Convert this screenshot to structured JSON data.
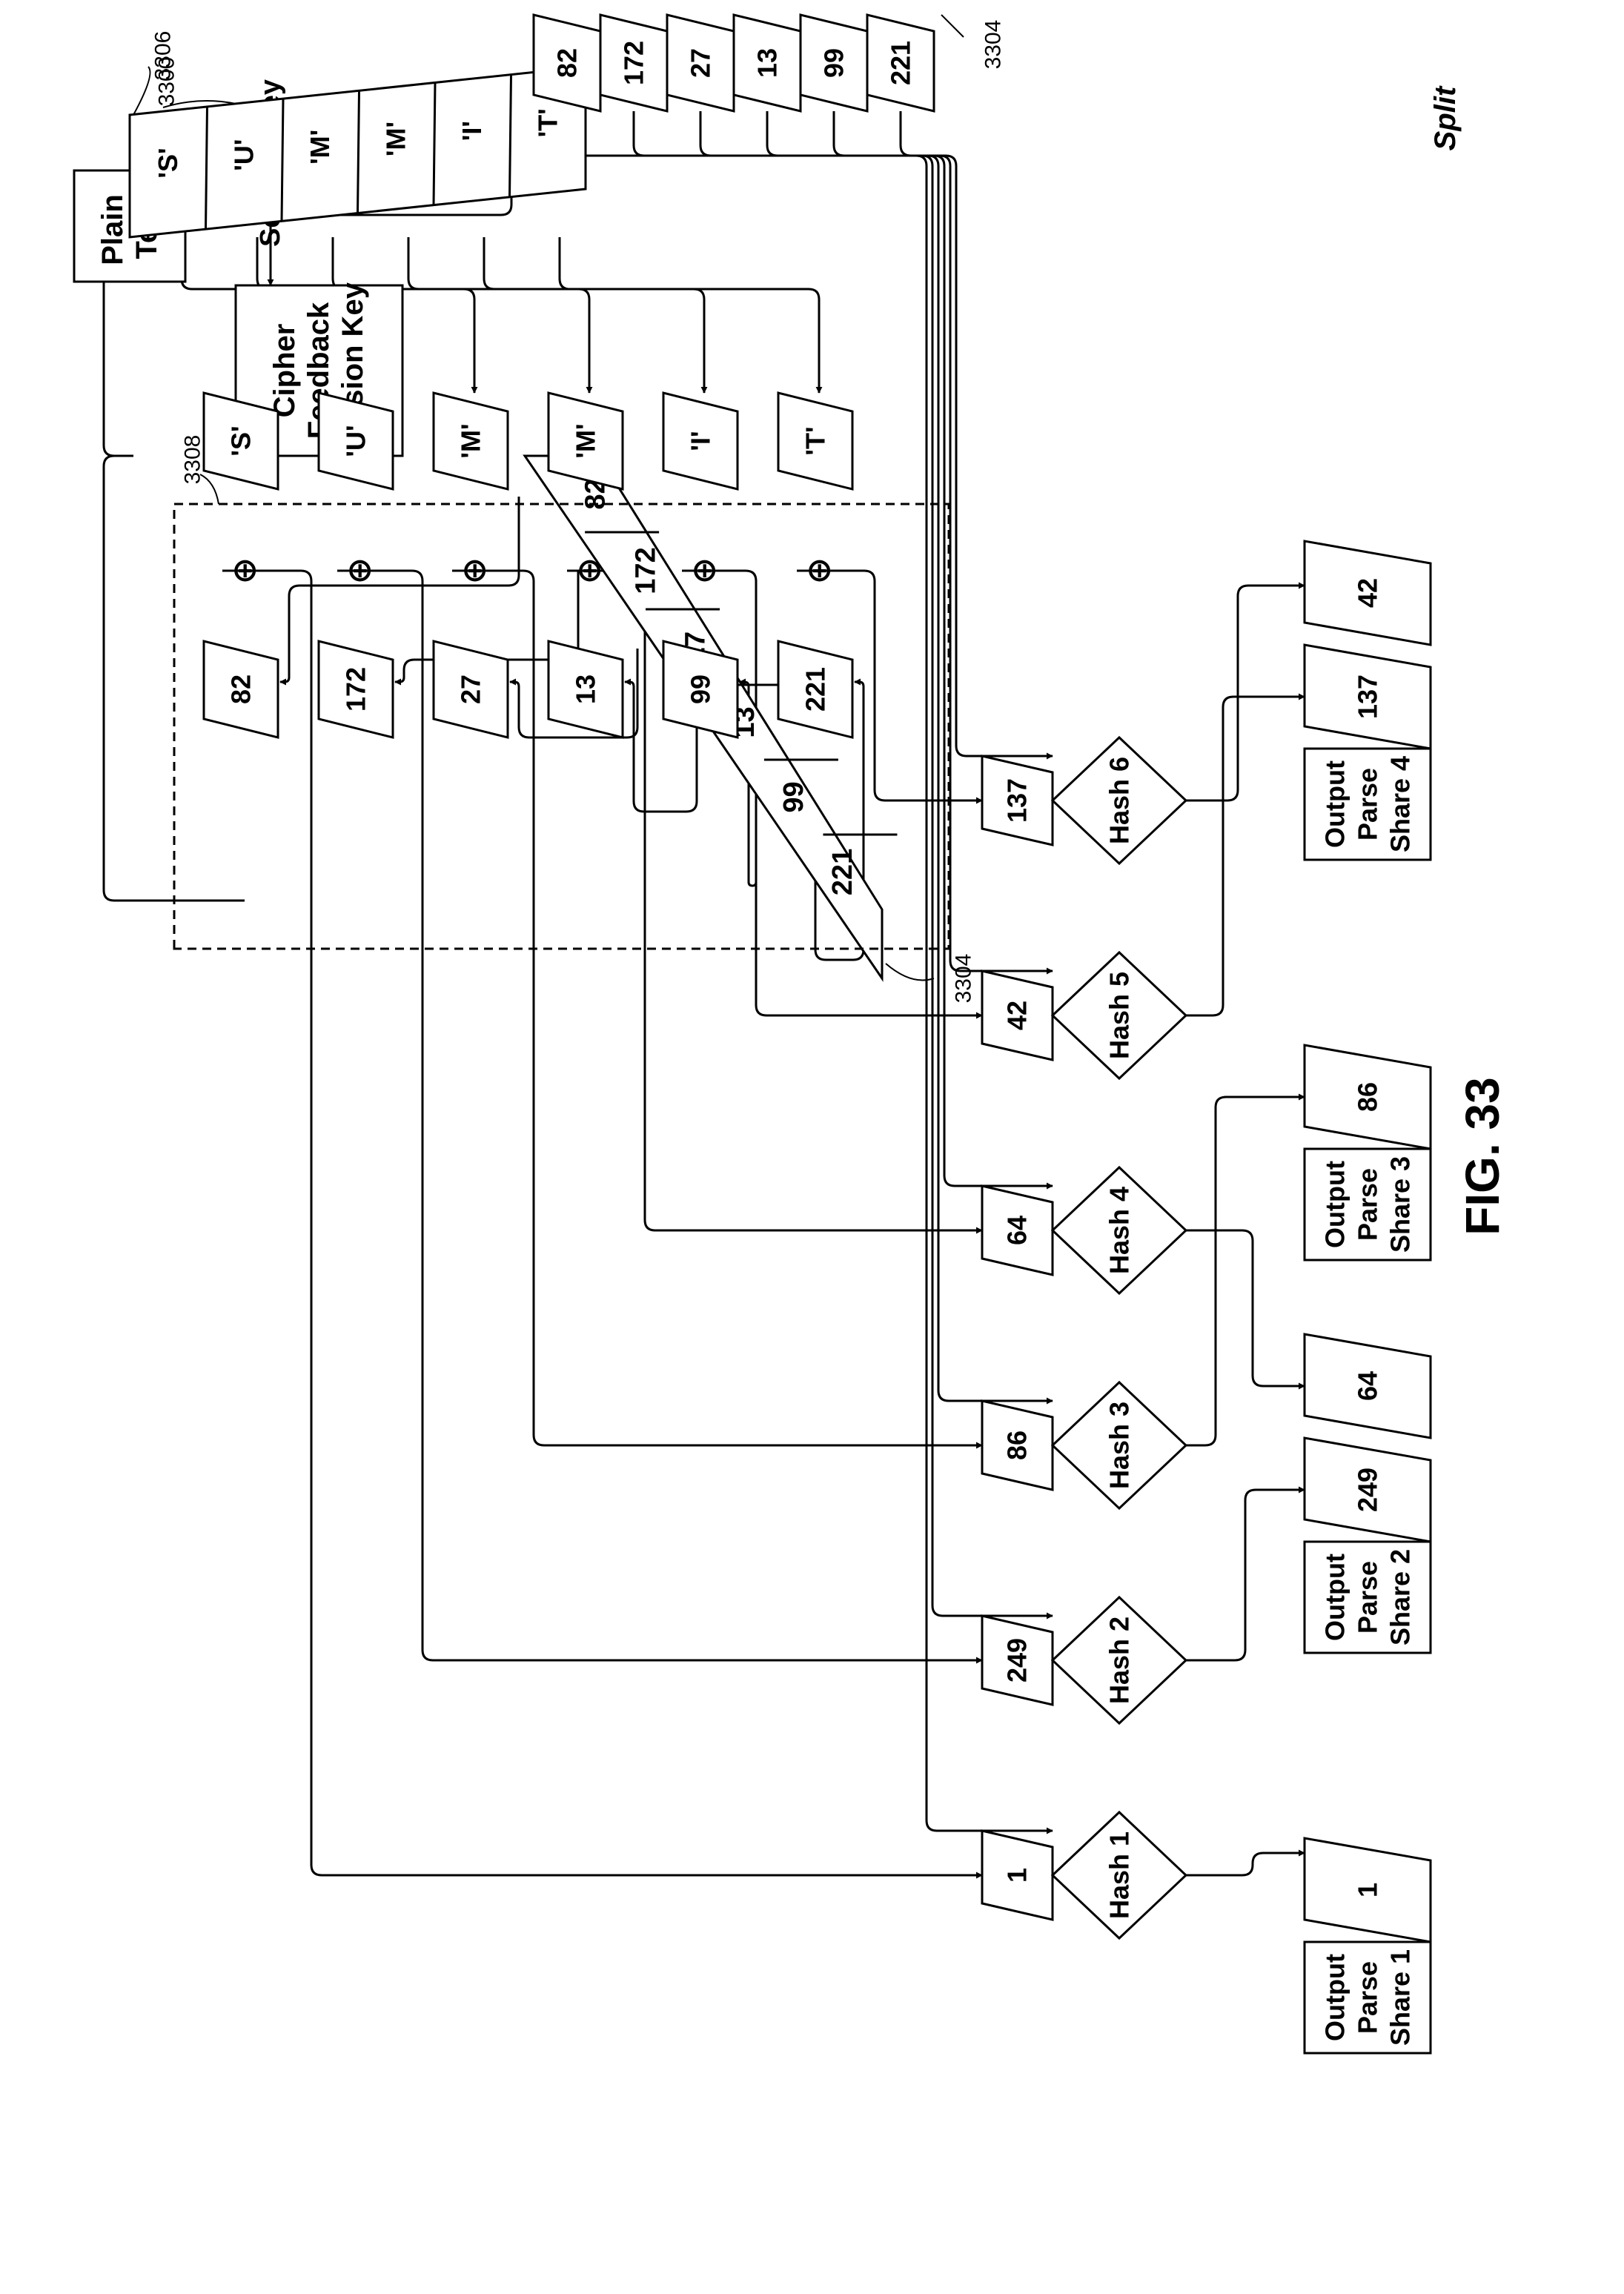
{
  "figure": {
    "title": "FIG. 33",
    "mode": "Split"
  },
  "refs": {
    "session_key": "3300",
    "keys": "3304",
    "keys_top": "3304",
    "plain_text": "3306",
    "xor_box": "3308"
  },
  "session_key": "Session Key",
  "cfb_key": [
    "Cipher",
    "Feedback",
    "Session Key"
  ],
  "plain_text": [
    "Plain",
    "Text"
  ],
  "plain_chars": [
    "'S'",
    "'U'",
    "'M'",
    "'M'",
    "'I'",
    "'T'"
  ],
  "key_values": [
    "82",
    "172",
    "27",
    "13",
    "99",
    "221"
  ],
  "xor_chars": [
    "'S'",
    "'U'",
    "'M'",
    "'M'",
    "'I'",
    "'T'"
  ],
  "xor_symbol": "⊕",
  "hash_labels": [
    "Hash 1",
    "Hash 2",
    "Hash 3",
    "Hash 4",
    "Hash 5",
    "Hash 6"
  ],
  "hash_inputs": [
    "1",
    "249",
    "86",
    "64",
    "42",
    "137"
  ],
  "outputs": [
    {
      "label": [
        "Output",
        "Parse",
        "Share 1"
      ],
      "values": [
        "1"
      ]
    },
    {
      "label": [
        "Output",
        "Parse",
        "Share 2"
      ],
      "values": [
        "249",
        "64"
      ]
    },
    {
      "label": [
        "Output",
        "Parse",
        "Share 3"
      ],
      "values": [
        "86"
      ]
    },
    {
      "label": [
        "Output",
        "Parse",
        "Share 4"
      ],
      "values": [
        "137",
        "42"
      ]
    }
  ]
}
